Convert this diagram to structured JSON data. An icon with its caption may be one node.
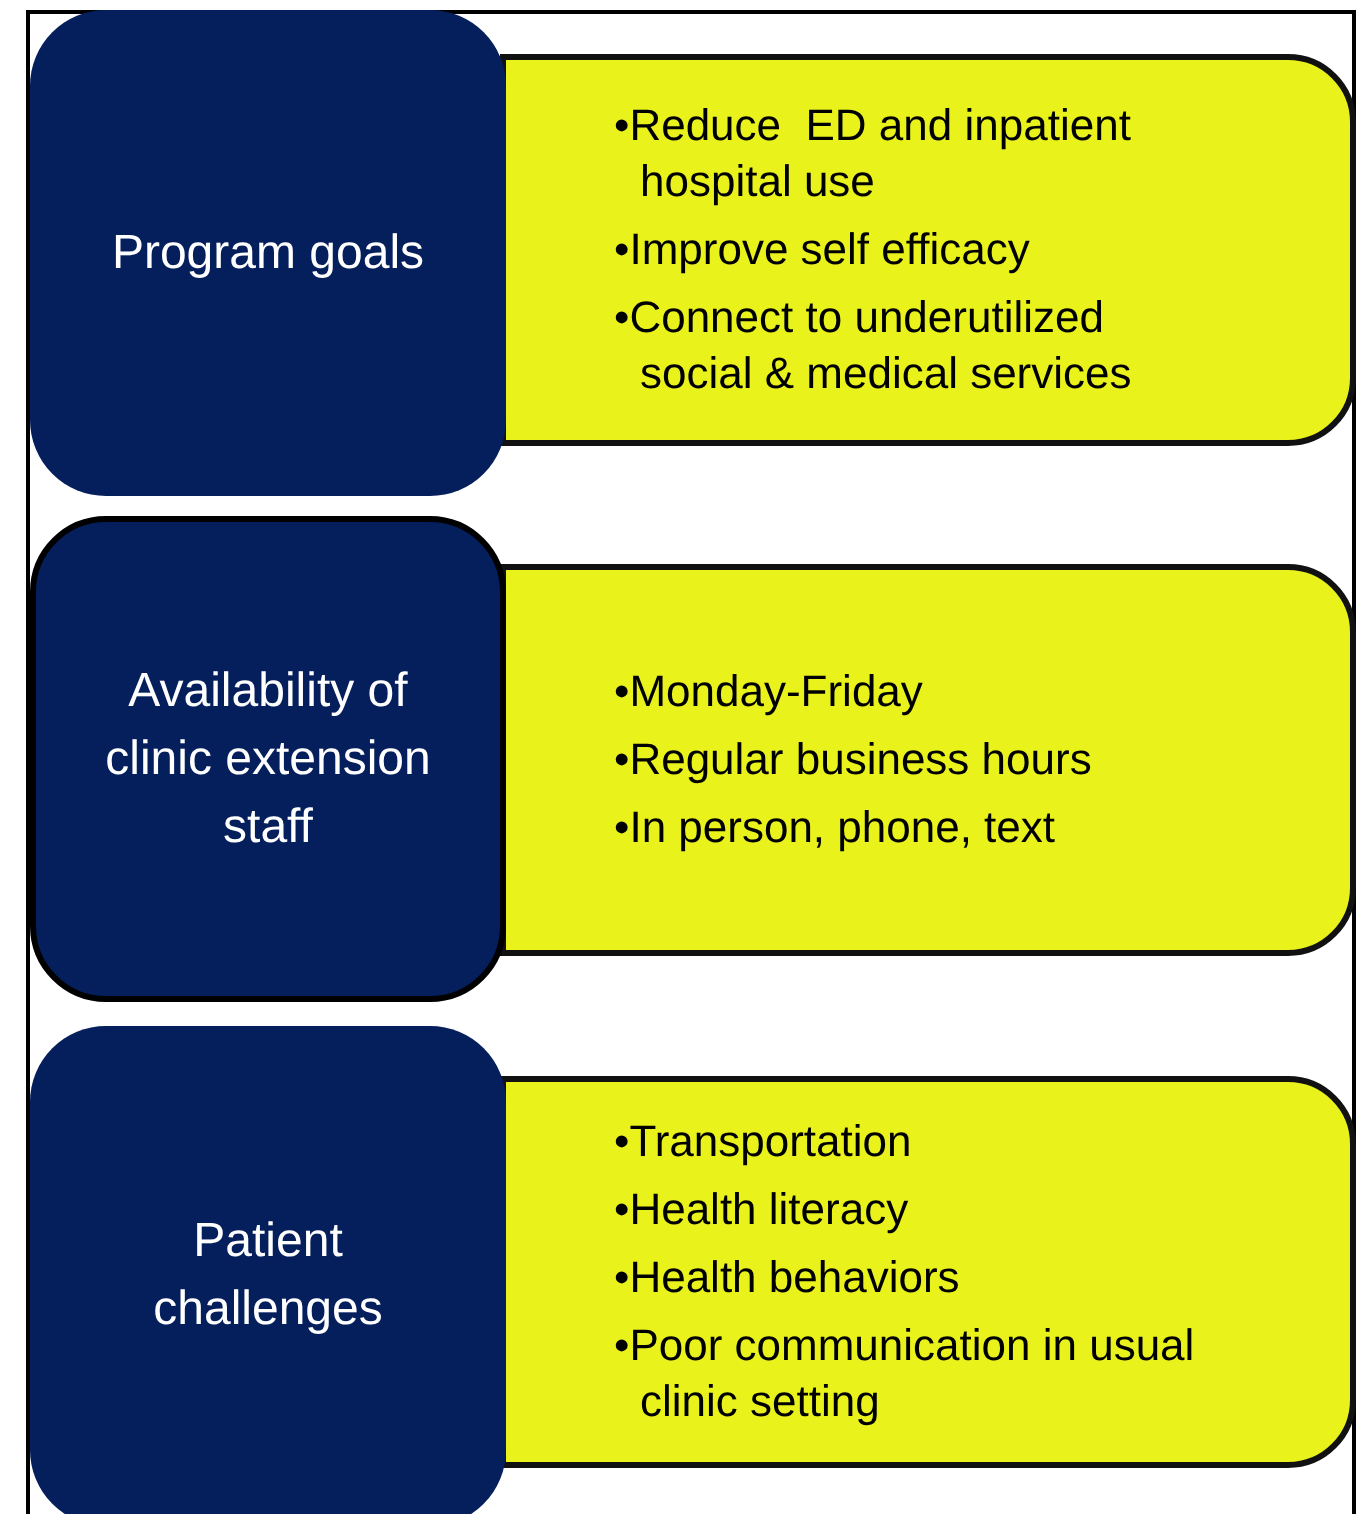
{
  "diagram": {
    "nodes": [
      {
        "text": [
          "Program goals"
        ]
      },
      {
        "text": [
          "Availability of clinic extension staff"
        ]
      },
      {
        "text": [
          "Patient challenges"
        ]
      },
      {
        "text": [
          "•Reduce  ED and inpatient hospital use",
          "•Improve self efficacy",
          "•Connect to underutilized social & medical services"
        ]
      },
      {
        "text": [
          "•Monday-Friday",
          "•Regular business hours",
          "•In person, phone, text"
        ]
      },
      {
        "text": [
          "•Transportation",
          "•Health literacy",
          "•Health behaviors",
          "•Poor communication in usual clinic setting"
        ]
      }
    ]
  }
}
